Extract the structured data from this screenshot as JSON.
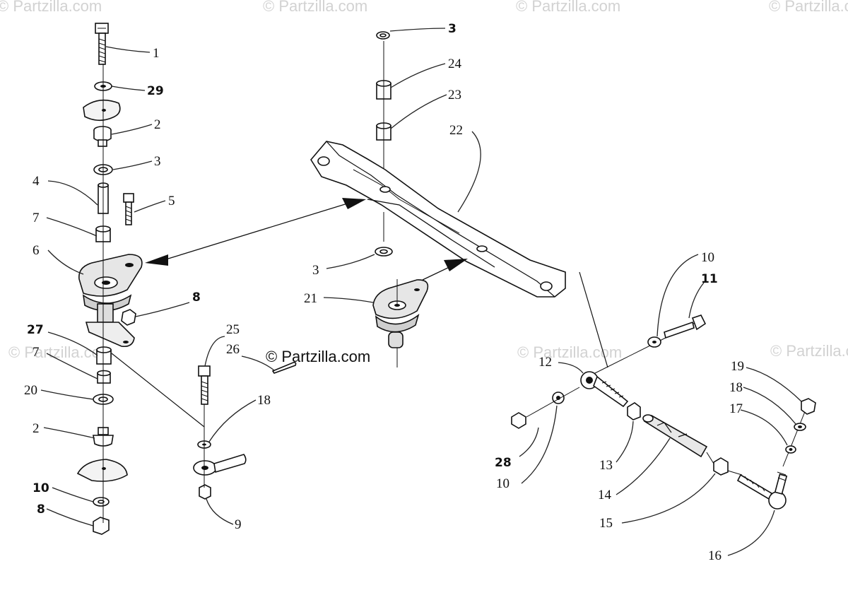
{
  "watermarks": [
    "© Partzilla.com",
    "© Partzilla.com",
    "© Partzilla.com",
    "© Partzilla.com",
    "© Partzilla.com",
    "© Partzilla.com",
    "© Partzilla.com"
  ],
  "center_watermark": "© Partzilla.com",
  "callouts": {
    "c1": "1",
    "c29": "29",
    "c2a": "2",
    "c3a": "3",
    "c4": "4",
    "c5": "5",
    "c7a": "7",
    "c6": "6",
    "c8a": "8",
    "c27": "27",
    "c7b": "7",
    "c20": "20",
    "c2b": "2",
    "c10a": "10",
    "c8b": "8",
    "c25": "25",
    "c26": "26",
    "c18a": "18",
    "c9": "9",
    "c3b": "3",
    "c24": "24",
    "c23": "23",
    "c22": "22",
    "c3c": "3",
    "c21": "21",
    "c10b": "10",
    "c11": "11",
    "c12": "12",
    "c28": "28",
    "c10c": "10",
    "c13": "13",
    "c14": "14",
    "c15": "15",
    "c16": "16",
    "c19": "19",
    "c18b": "18",
    "c17": "17"
  }
}
